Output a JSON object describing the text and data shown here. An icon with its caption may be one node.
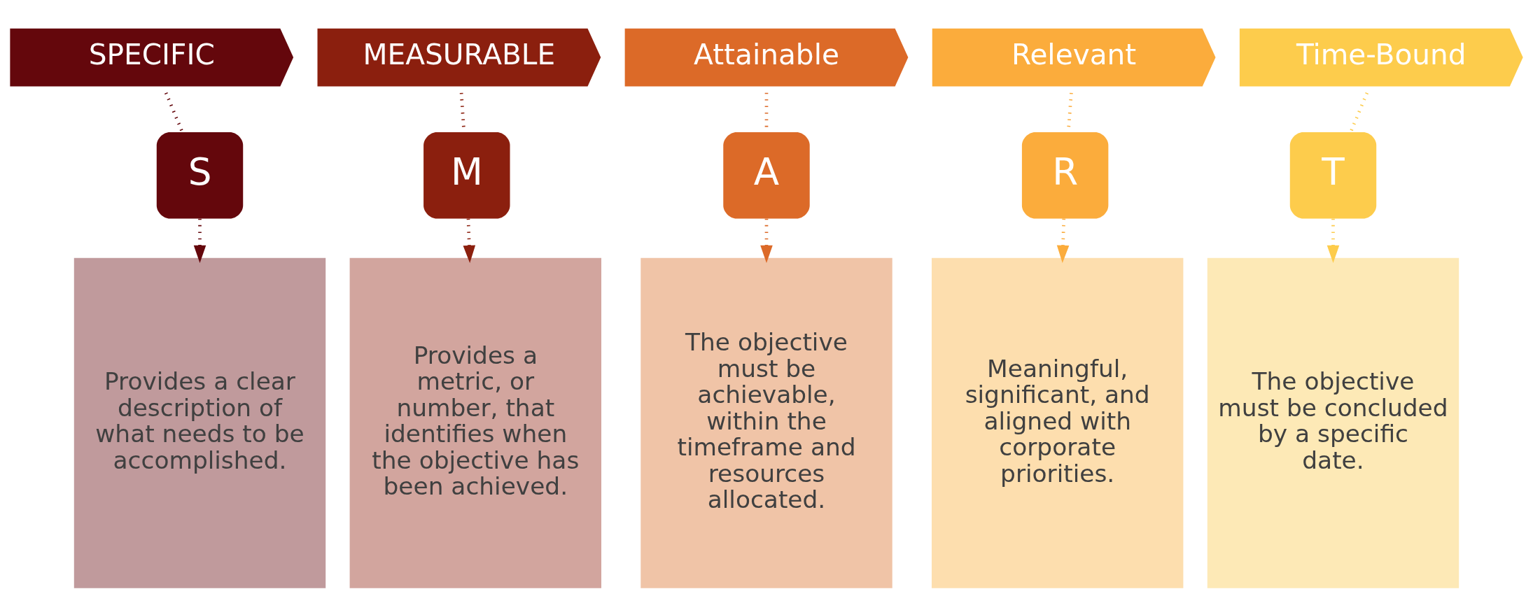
{
  "diagram": {
    "nodes": [
      {
        "text": [
          "SPECIFIC"
        ]
      },
      {
        "text": [
          "MEASURABLE"
        ]
      },
      {
        "text": [
          "Attainable"
        ]
      },
      {
        "text": [
          "Relevant"
        ]
      },
      {
        "text": [
          "Time-Bound"
        ]
      },
      {
        "text": [
          "S"
        ]
      },
      {
        "text": [
          "M"
        ]
      },
      {
        "text": [
          "A"
        ]
      },
      {
        "text": [
          "R"
        ]
      },
      {
        "text": [
          "T"
        ]
      },
      {
        "text": [
          "Provides a clear description of what needs to be accomplished."
        ]
      },
      {
        "text": [
          "Provides a metric, or number, that identifies when the objective has been achieved."
        ]
      },
      {
        "text": [
          "The objective must be achievable, within the timeframe and resources allocated."
        ]
      },
      {
        "text": [
          "Meaningful, significant, and aligned with corporate priorities."
        ]
      },
      {
        "text": [
          "The objective must be concluded by a specific date."
        ]
      }
    ],
    "edges": [
      {
        "from": 0,
        "to": 5,
        "arrow": "none",
        "style": "dashed",
        "color": "#64070c"
      },
      {
        "from": 1,
        "to": 6,
        "arrow": "none",
        "style": "dashed",
        "color": "#8b1f0e"
      },
      {
        "from": 2,
        "to": 7,
        "arrow": "none",
        "style": "dashed",
        "color": "#dc6a28"
      },
      {
        "from": 3,
        "to": 8,
        "arrow": "none",
        "style": "dashed",
        "color": "#fbac3c"
      },
      {
        "from": 4,
        "to": 9,
        "arrow": "none",
        "style": "dashed",
        "color": "#fdcc4c"
      },
      {
        "from": 5,
        "to": 10,
        "arrow": "to",
        "style": "dashed",
        "color": "#64070c"
      },
      {
        "from": 6,
        "to": 11,
        "arrow": "to",
        "style": "dashed",
        "color": "#8b1f0e"
      },
      {
        "from": 7,
        "to": 12,
        "arrow": "to",
        "style": "dashed",
        "color": "#dc6a28"
      },
      {
        "from": 8,
        "to": 13,
        "arrow": "to",
        "style": "dashed",
        "color": "#fbac3c"
      },
      {
        "from": 9,
        "to": 14,
        "arrow": "to",
        "style": "dashed",
        "color": "#fdcc4c"
      }
    ]
  }
}
